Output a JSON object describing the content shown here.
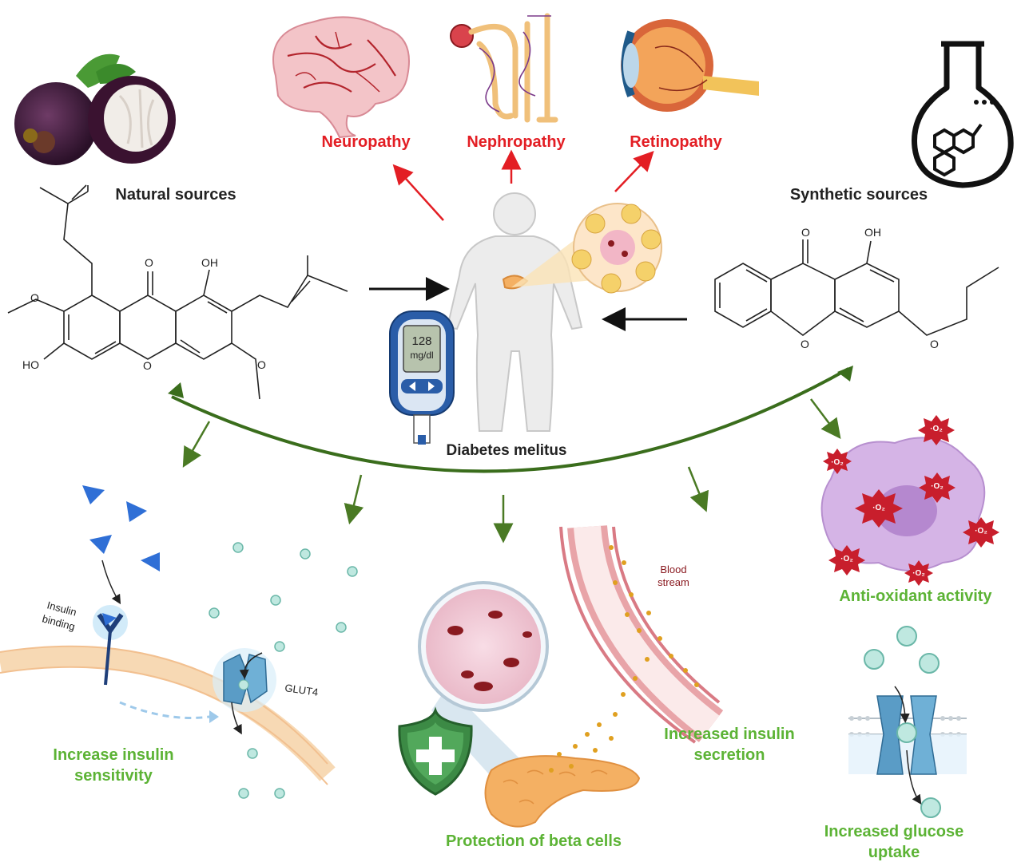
{
  "complications": {
    "neuropathy": "Neuropathy",
    "nephropathy": "Nephropathy",
    "retinopathy": "Retinopathy"
  },
  "sources": {
    "natural": "Natural sources",
    "synthetic": "Synthetic sources"
  },
  "center": {
    "disease": "Diabetes melitus",
    "meter_value": "128",
    "meter_unit": "mg/dl"
  },
  "chem": {
    "o": "O",
    "oh": "OH",
    "ho": "HO"
  },
  "effects": {
    "insulin_sensitivity_l1": "Increase insulin",
    "insulin_sensitivity_l2": "sensitivity",
    "beta_cells": "Protection of beta cells",
    "insulin_secretion_l1": "Increased insulin",
    "insulin_secretion_l2": "secretion",
    "antioxidant": "Anti-oxidant activity",
    "glucose_uptake_l1": "Increased glucose",
    "glucose_uptake_l2": "uptake"
  },
  "annotations": {
    "insulin_binding_l1": "Insulin",
    "insulin_binding_l2": "binding",
    "glut4": "GLUT4",
    "blood_l1": "Blood",
    "blood_l2": "stream",
    "superoxide": "·O₂"
  },
  "colors": {
    "complication_red": "#e31e24",
    "effect_green": "#5cb335",
    "arc_green": "#3a6d1c"
  }
}
